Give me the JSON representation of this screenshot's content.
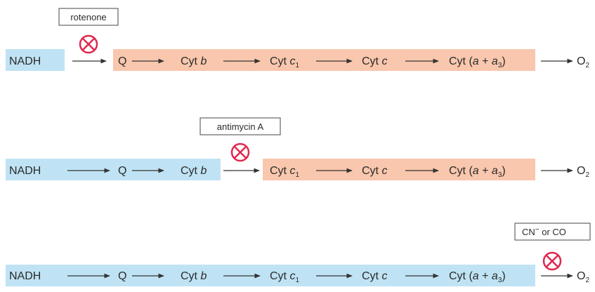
{
  "colors": {
    "reduced": "#bfe3f4",
    "oxidized": "#f9c7ad",
    "inhibitor": "#e0284f",
    "text": "#2b2b2b",
    "arrow": "#333333"
  },
  "labels": {
    "nadh": "NADH",
    "q": "Q",
    "cyt": "Cyt",
    "b": "b",
    "c": "c",
    "sub1": "1",
    "a": "a",
    "plus": " + ",
    "a3": "a",
    "sub3": "3",
    "open_paren": "(",
    "close_paren": ")",
    "o": "O",
    "sub2": "2"
  },
  "inhibitors": {
    "rotenone": "rotenone",
    "antimycin": "antimycin A",
    "cn_part1": "CN",
    "cn_superscript": "−",
    "cn_part2": " or  CO"
  },
  "rows": [
    {
      "id": "rotenone",
      "inhibitor_icon": "blocked-circle-x-icon",
      "reduced_carriers": [
        "NADH"
      ],
      "oxidized_carriers": [
        "Q",
        "Cyt b",
        "Cyt c1",
        "Cyt c",
        "Cyt (a + a3)"
      ]
    },
    {
      "id": "antimycin",
      "inhibitor_icon": "blocked-circle-x-icon",
      "reduced_carriers": [
        "NADH",
        "Q",
        "Cyt b"
      ],
      "oxidized_carriers": [
        "Cyt c1",
        "Cyt c",
        "Cyt (a + a3)"
      ]
    },
    {
      "id": "cyanide",
      "inhibitor_icon": "blocked-circle-x-icon",
      "reduced_carriers": [
        "NADH",
        "Q",
        "Cyt b",
        "Cyt c1",
        "Cyt c",
        "Cyt (a + a3)"
      ],
      "oxidized_carriers": []
    }
  ]
}
